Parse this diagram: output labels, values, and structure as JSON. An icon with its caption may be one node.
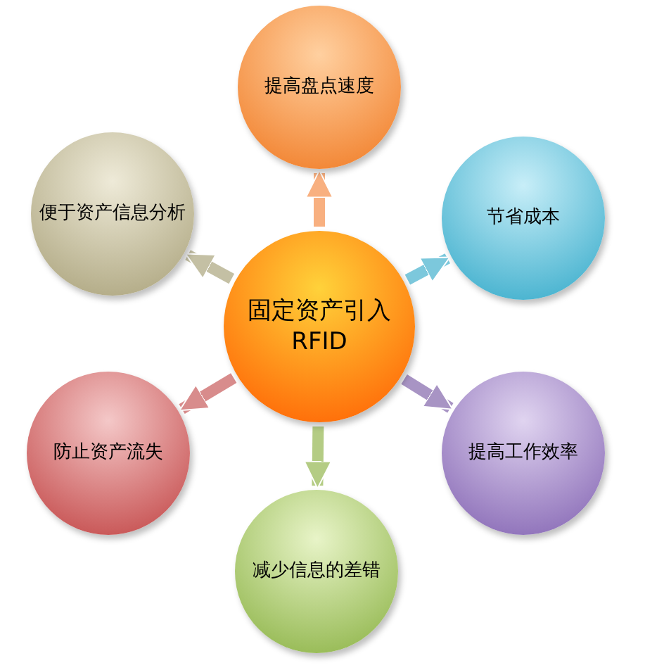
{
  "diagram": {
    "nodes": [
      {
        "text": [
          "固定资产引入 RFID"
        ]
      },
      {
        "text": [
          "提高盘点速度"
        ]
      },
      {
        "text": [
          "节省成本"
        ]
      },
      {
        "text": [
          "提高工作效率"
        ]
      },
      {
        "text": [
          "减少信息的差错"
        ]
      },
      {
        "text": [
          "防止资产流失"
        ]
      },
      {
        "text": [
          "便于资产信息分析"
        ]
      }
    ],
    "edges": [
      {
        "from": 0,
        "to": 1,
        "arrow": "to",
        "color": "#f8b080"
      },
      {
        "from": 0,
        "to": 2,
        "arrow": "to",
        "color": "#7cc8dc"
      },
      {
        "from": 0,
        "to": 3,
        "arrow": "to",
        "color": "#a894c4"
      },
      {
        "from": 0,
        "to": 4,
        "arrow": "to",
        "color": "#b4cc84"
      },
      {
        "from": 0,
        "to": 5,
        "arrow": "to",
        "color": "#d88c8c"
      },
      {
        "from": 0,
        "to": 6,
        "arrow": "to",
        "color": "#c4c0a4"
      }
    ]
  }
}
